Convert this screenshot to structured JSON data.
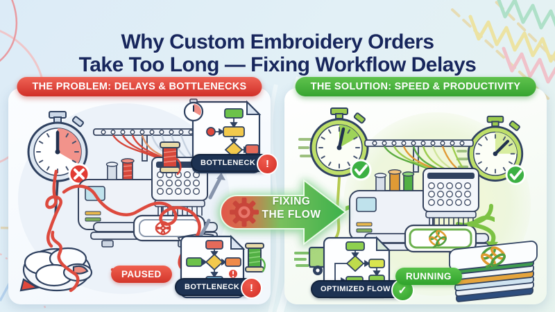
{
  "title": {
    "line1": "Why Custom Embroidery Orders",
    "line2": "Take Too Long — Fixing Workflow Delays"
  },
  "panels": {
    "problem": {
      "header": "THE PROBLEM: DELAYS & BOTTLENECKS",
      "bottleneck_top_label": "BOTTLENECK",
      "bottleneck_bottom_label": "BOTTLENECK",
      "paused_label": "PAUSED"
    },
    "solution": {
      "header": "THE SOLUTION: SPEED & PRODUCTIVITY",
      "optimized_flow_label": "OPTIMIZED FLOW",
      "running_label": "RUNNING"
    }
  },
  "center_arrow": {
    "line1": "FIXING",
    "line2": "THE FLOW"
  },
  "icons": {
    "exclamation": "!",
    "check": "✓"
  },
  "colors": {
    "problem_accent": "#d93a30",
    "solution_accent": "#3fae3a",
    "title_navy": "#17265c",
    "badge_navy": "#1d3252"
  }
}
